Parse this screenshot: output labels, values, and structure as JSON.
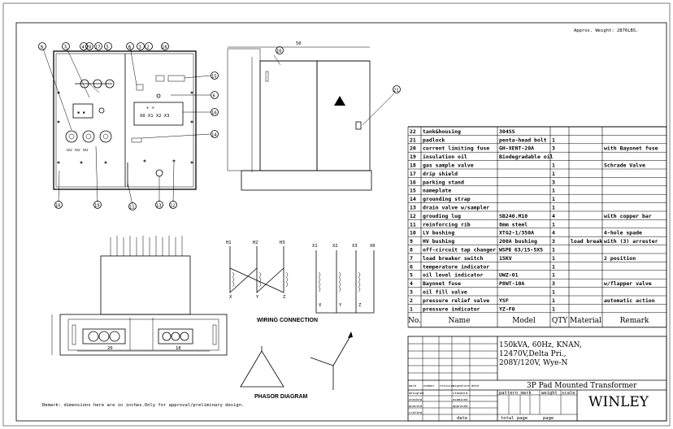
{
  "header": {
    "approx_weight": "Approx. Weight: 2876LBS."
  },
  "remark": "Remark: dimensions here are in inches.Only for approval/preliminary design.",
  "labels": {
    "wiring": "WIRING CONNECTION",
    "phasor": "PHASOR DIAGRAM"
  },
  "dims": {
    "overall_width": "50",
    "left_comp": "20",
    "right_comp": "18"
  },
  "wiring": {
    "hv": [
      "H1",
      "H2",
      "H3"
    ],
    "lv": [
      "X1",
      "X2",
      "X3",
      "X0"
    ],
    "hv_ends": [
      "X",
      "Y",
      "Z"
    ],
    "lv_ends": [
      "X",
      "Y",
      "Z"
    ]
  },
  "table": {
    "headers": {
      "no": "No.",
      "name": "Name",
      "model": "Model",
      "qty": "QTY",
      "material": "Material",
      "remark": "Remark"
    },
    "rows": [
      {
        "no": "22",
        "name": "tank&housing",
        "model": "304SS",
        "qty": "",
        "material": "",
        "remark": ""
      },
      {
        "no": "21",
        "name": "padlock",
        "model": "penta-head bolt",
        "qty": "1",
        "material": "",
        "remark": ""
      },
      {
        "no": "20",
        "name": "current limiting fuse",
        "model": "GH-XENT-20A",
        "qty": "3",
        "material": "",
        "remark": "with Bayonet fuse"
      },
      {
        "no": "19",
        "name": "insulation oil",
        "model": "Biodegradable oil",
        "qty": "",
        "material": "",
        "remark": ""
      },
      {
        "no": "18",
        "name": "gas sample valve",
        "model": "",
        "qty": "1",
        "material": "",
        "remark": "Schrade Valve"
      },
      {
        "no": "17",
        "name": "drip shield",
        "model": "",
        "qty": "1",
        "material": "",
        "remark": ""
      },
      {
        "no": "16",
        "name": "parking stand",
        "model": "",
        "qty": "3",
        "material": "",
        "remark": ""
      },
      {
        "no": "15",
        "name": "nameplate",
        "model": "",
        "qty": "1",
        "material": "",
        "remark": ""
      },
      {
        "no": "14",
        "name": "grounding strap",
        "model": "",
        "qty": "1",
        "material": "",
        "remark": ""
      },
      {
        "no": "13",
        "name": "drain valve w/sampler",
        "model": "",
        "qty": "1",
        "material": "",
        "remark": ""
      },
      {
        "no": "12",
        "name": "grouding lug",
        "model": "SB240.M10",
        "qty": "4",
        "material": "",
        "remark": "with copper bar"
      },
      {
        "no": "11",
        "name": "reinforcing rib",
        "model": "8mm steel",
        "qty": "1",
        "material": "",
        "remark": ""
      },
      {
        "no": "10",
        "name": "LV bushing",
        "model": "XTG2-1/350A",
        "qty": "4",
        "material": "",
        "remark": "4-hole spade"
      },
      {
        "no": "9",
        "name": "HV bushing",
        "model": "200A bushing",
        "qty": "3",
        "material": "load break",
        "remark": "with (3) arrester"
      },
      {
        "no": "8",
        "name": "off-circuit tap changer",
        "model": "WSPⅡ 63/15-5X5",
        "qty": "1",
        "material": "",
        "remark": ""
      },
      {
        "no": "7",
        "name": "load breaker switch",
        "model": "15KV",
        "qty": "1",
        "material": "",
        "remark": "2 position"
      },
      {
        "no": "6",
        "name": "temperature indicator",
        "model": "",
        "qty": "1",
        "material": "",
        "remark": ""
      },
      {
        "no": "5",
        "name": "oil level indicator",
        "model": "UWZ-01",
        "qty": "1",
        "material": "",
        "remark": ""
      },
      {
        "no": "4",
        "name": "Bayonet fuse",
        "model": "P8WT-10A",
        "qty": "3",
        "material": "",
        "remark": "w/flapper valve"
      },
      {
        "no": "3",
        "name": "oil fill valve",
        "model": "",
        "qty": "1",
        "material": "",
        "remark": ""
      },
      {
        "no": "2",
        "name": "pressure relief valve",
        "model": "YSF",
        "qty": "1",
        "material": "",
        "remark": "automatic action"
      },
      {
        "no": "1",
        "name": "pressure indicator",
        "model": "YZ-F0",
        "qty": "1",
        "material": "",
        "remark": ""
      }
    ]
  },
  "title_block": {
    "spec_lines": [
      "150kVA, 60Hz, KNAN,",
      "12470V,Delta Pri.,",
      "208Y/120V, Wye-N"
    ],
    "title": "3P Pad Mounted Transformer",
    "company": "WINLEY",
    "pattern_mark": "pattern mark",
    "weight": "weight",
    "scale": "scale",
    "total_pages": "total page",
    "page": "page",
    "row_labels": [
      "mark",
      "designed",
      "checked",
      "audited",
      "crafted"
    ],
    "col_labels": [
      "number",
      "revision",
      "signature",
      "date"
    ],
    "sub_labels": [
      "standard",
      "examined",
      "approved",
      "date"
    ]
  },
  "callouts": [
    "9",
    "7",
    "4",
    "20",
    "17",
    "5",
    "8",
    "3",
    "2",
    "18",
    "15",
    "6",
    "10",
    "14",
    "11",
    "13",
    "12",
    "19",
    "16",
    "21"
  ]
}
